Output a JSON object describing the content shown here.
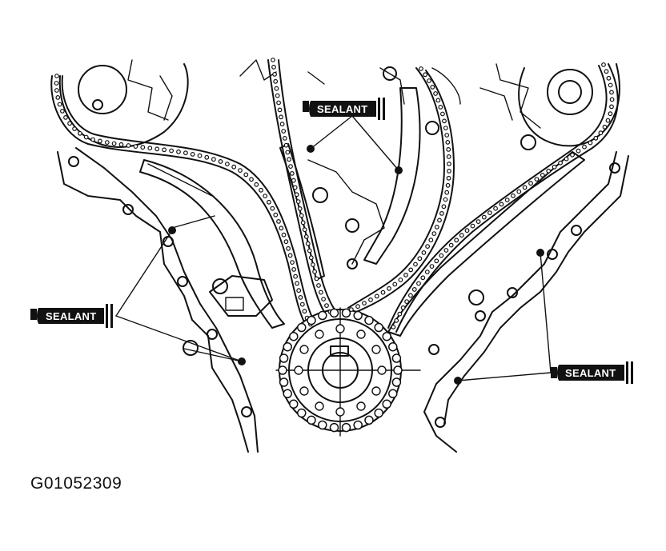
{
  "figure_id": "G01052309",
  "callouts": [
    {
      "label": "SEALANT"
    },
    {
      "label": "SEALANT"
    },
    {
      "label": "SEALANT"
    }
  ]
}
